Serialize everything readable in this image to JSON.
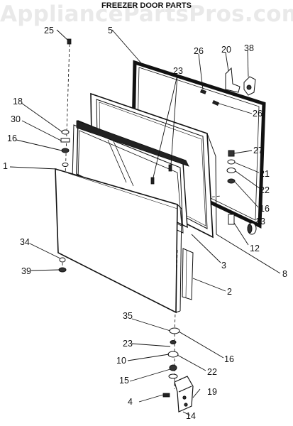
{
  "title": "FREEZER DOOR PARTS",
  "watermark": "AppliancePartsPros.com",
  "callouts": [
    "25",
    "5",
    "26",
    "20",
    "38",
    "23",
    "18",
    "30",
    "16",
    "1",
    "26",
    "27",
    "21",
    "22",
    "16",
    "13",
    "12",
    "3",
    "8",
    "34",
    "39",
    "2",
    "35",
    "16",
    "23",
    "10",
    "22",
    "15",
    "19",
    "4",
    "14"
  ]
}
